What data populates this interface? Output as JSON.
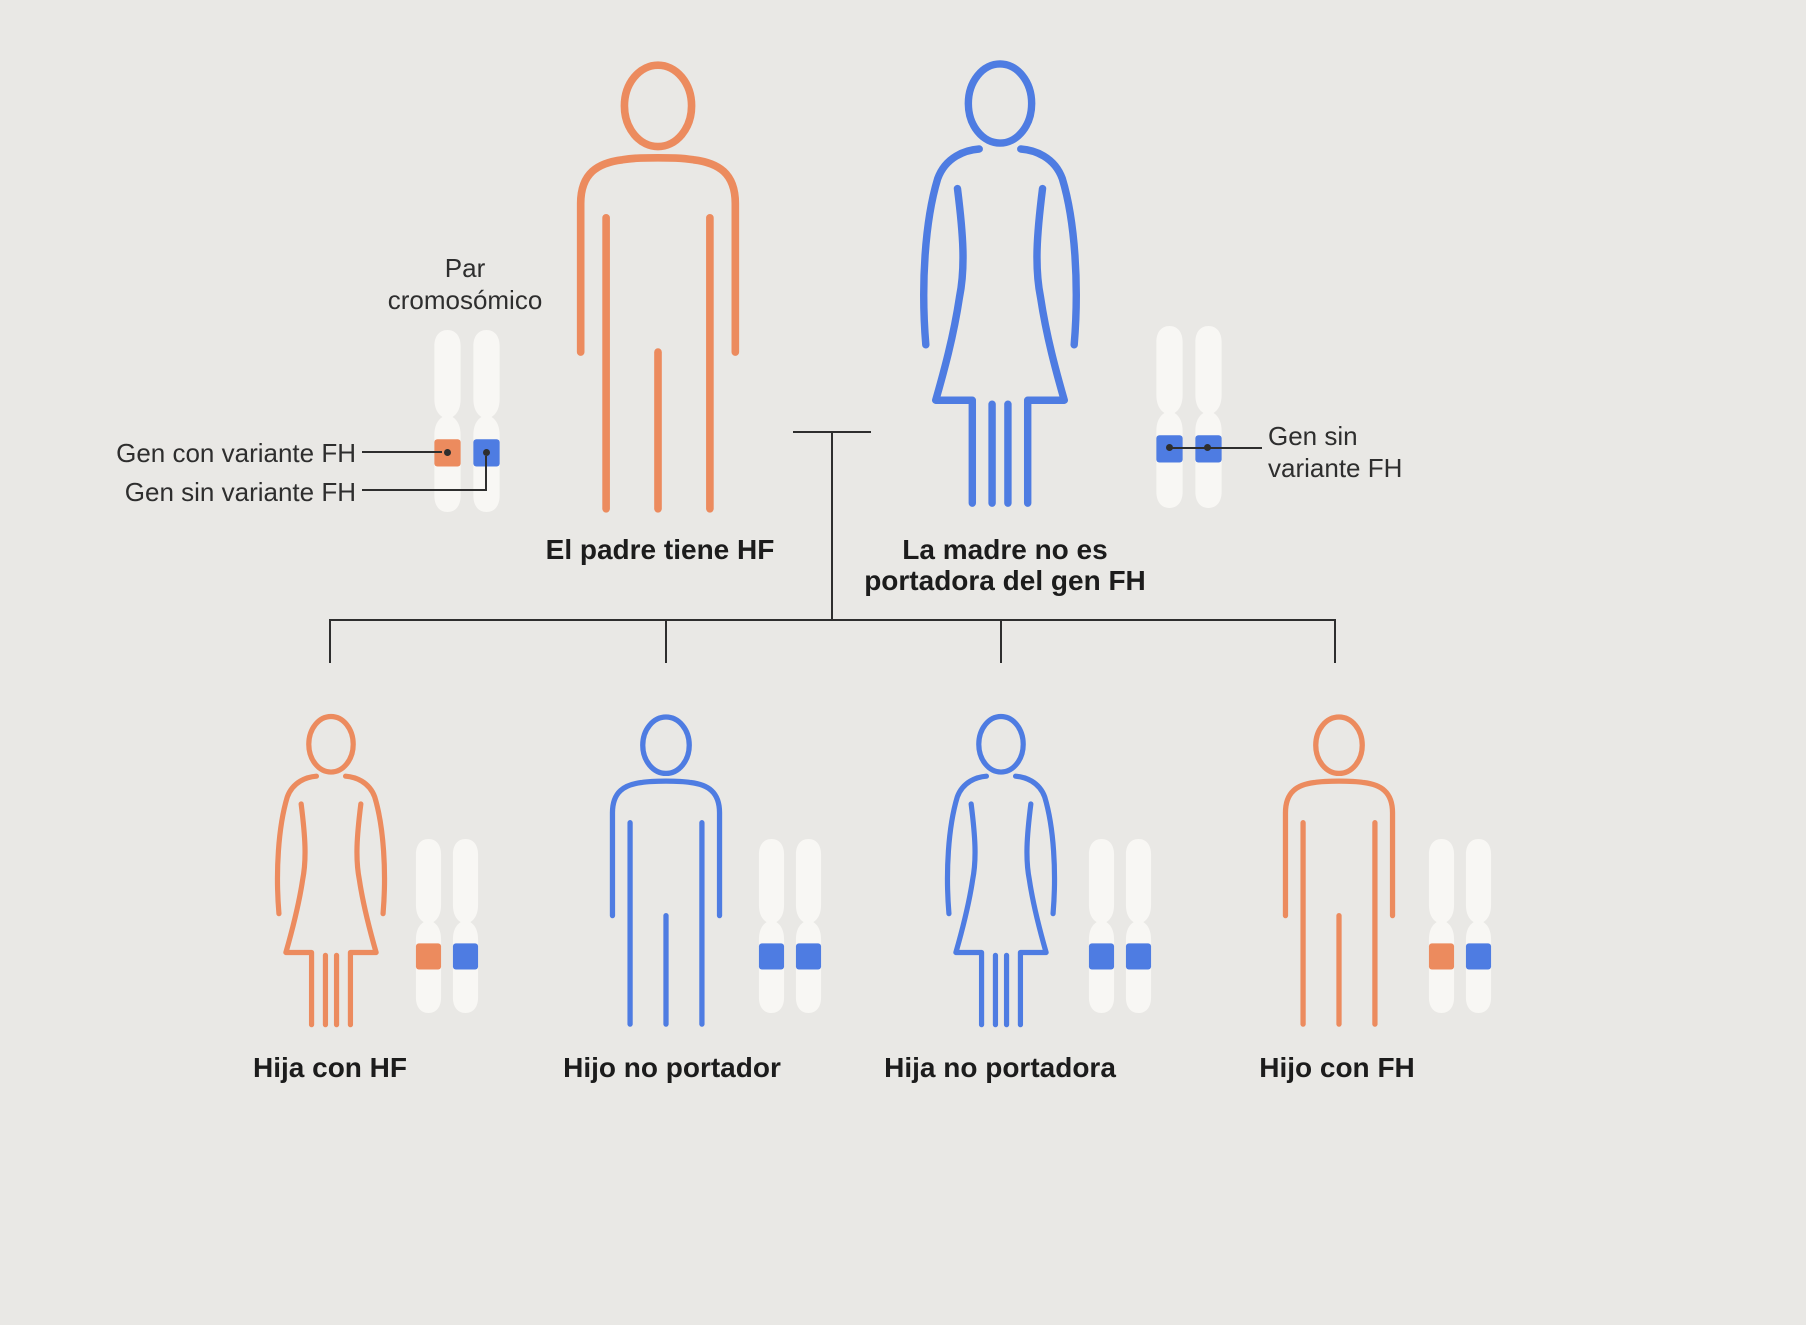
{
  "colors": {
    "background": "#e9e8e5",
    "orange": "#ec8b5e",
    "blue": "#4e7ce2",
    "chromosome": "#f8f7f4",
    "line": "#2e2e2e",
    "text": "#2e2e2e",
    "heading": "#1c1c1c"
  },
  "annotations": {
    "pair_label": "Par\ncromosómico",
    "gene_with_label": "Gen con variante FH",
    "gene_without_label": "Gen sin variante FH",
    "gene_without_right_label": "Gen sin\nvariante FH"
  },
  "parents": {
    "father": {
      "label": "El padre tiene HF",
      "genes": [
        "orange",
        "blue"
      ]
    },
    "mother": {
      "label": "La madre no es\nportadora del gen FH",
      "genes": [
        "blue",
        "blue"
      ]
    }
  },
  "children": [
    {
      "label": "Hija con HF",
      "genes": [
        "orange",
        "blue"
      ]
    },
    {
      "label": "Hijo no portador",
      "genes": [
        "blue",
        "blue"
      ]
    },
    {
      "label": "Hija no portadora",
      "genes": [
        "blue",
        "blue"
      ]
    },
    {
      "label": "Hijo con FH",
      "genes": [
        "orange",
        "blue"
      ]
    }
  ]
}
